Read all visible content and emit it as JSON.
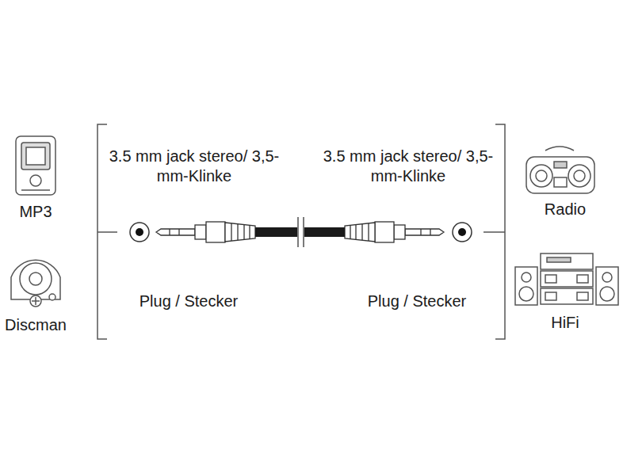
{
  "diagram": {
    "labels": [
      "3.5 mm jack stereo/ 3,5-mm-Klinke",
      "3.5 mm jack stereo/ 3,5-mm-Klinke",
      "Plug / Stecker",
      "Plug / Stecker",
      "MP3",
      "Discman",
      "Radio",
      "HiFi"
    ]
  }
}
